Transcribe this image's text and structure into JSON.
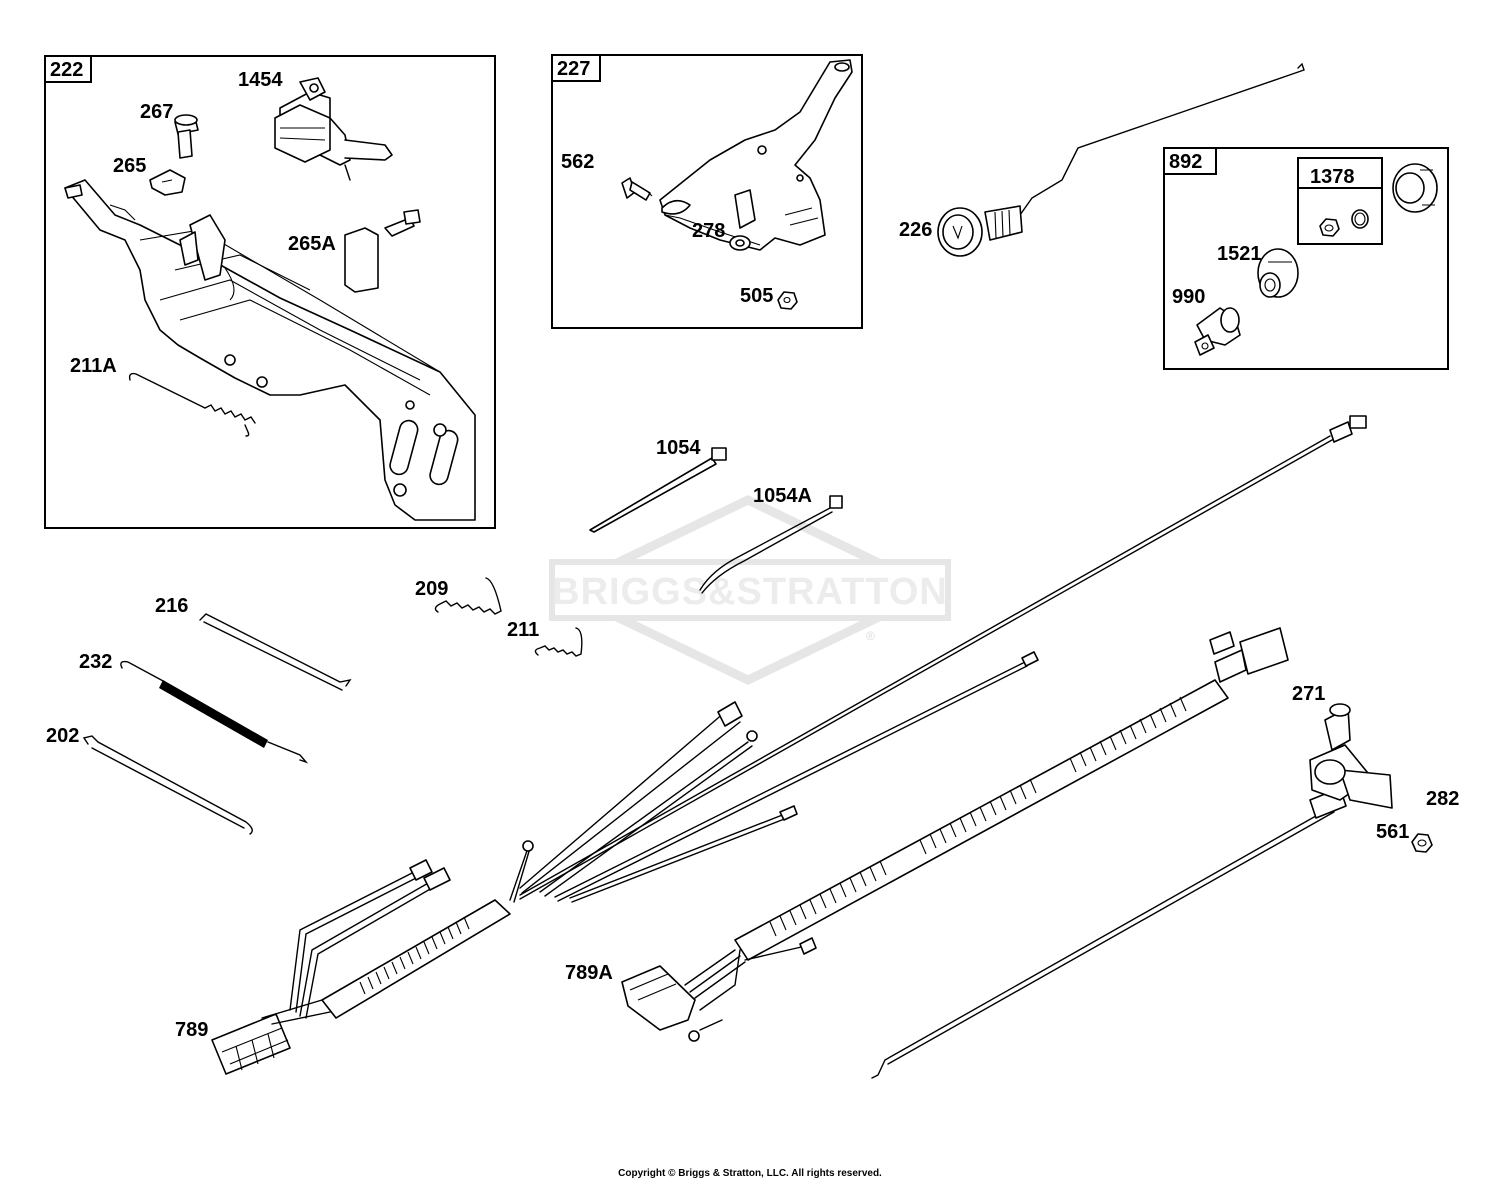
{
  "watermark": {
    "brand": "BRIGGS&STRATTON",
    "reg": "®"
  },
  "copyright": "Copyright © Briggs & Stratton, LLC. All rights reserved.",
  "boxes": {
    "b222": "222",
    "b227": "227",
    "b892": "892",
    "b1378": "1378"
  },
  "callouts": {
    "p1454": "1454",
    "p267": "267",
    "p265": "265",
    "p265A": "265A",
    "p211A": "211A",
    "p562": "562",
    "p278": "278",
    "p505": "505",
    "p226": "226",
    "p1521": "1521",
    "p990": "990",
    "p1054": "1054",
    "p1054A": "1054A",
    "p209": "209",
    "p211": "211",
    "p216": "216",
    "p232": "232",
    "p202": "202",
    "p271": "271",
    "p282": "282",
    "p561": "561",
    "p789A": "789A",
    "p789": "789"
  }
}
